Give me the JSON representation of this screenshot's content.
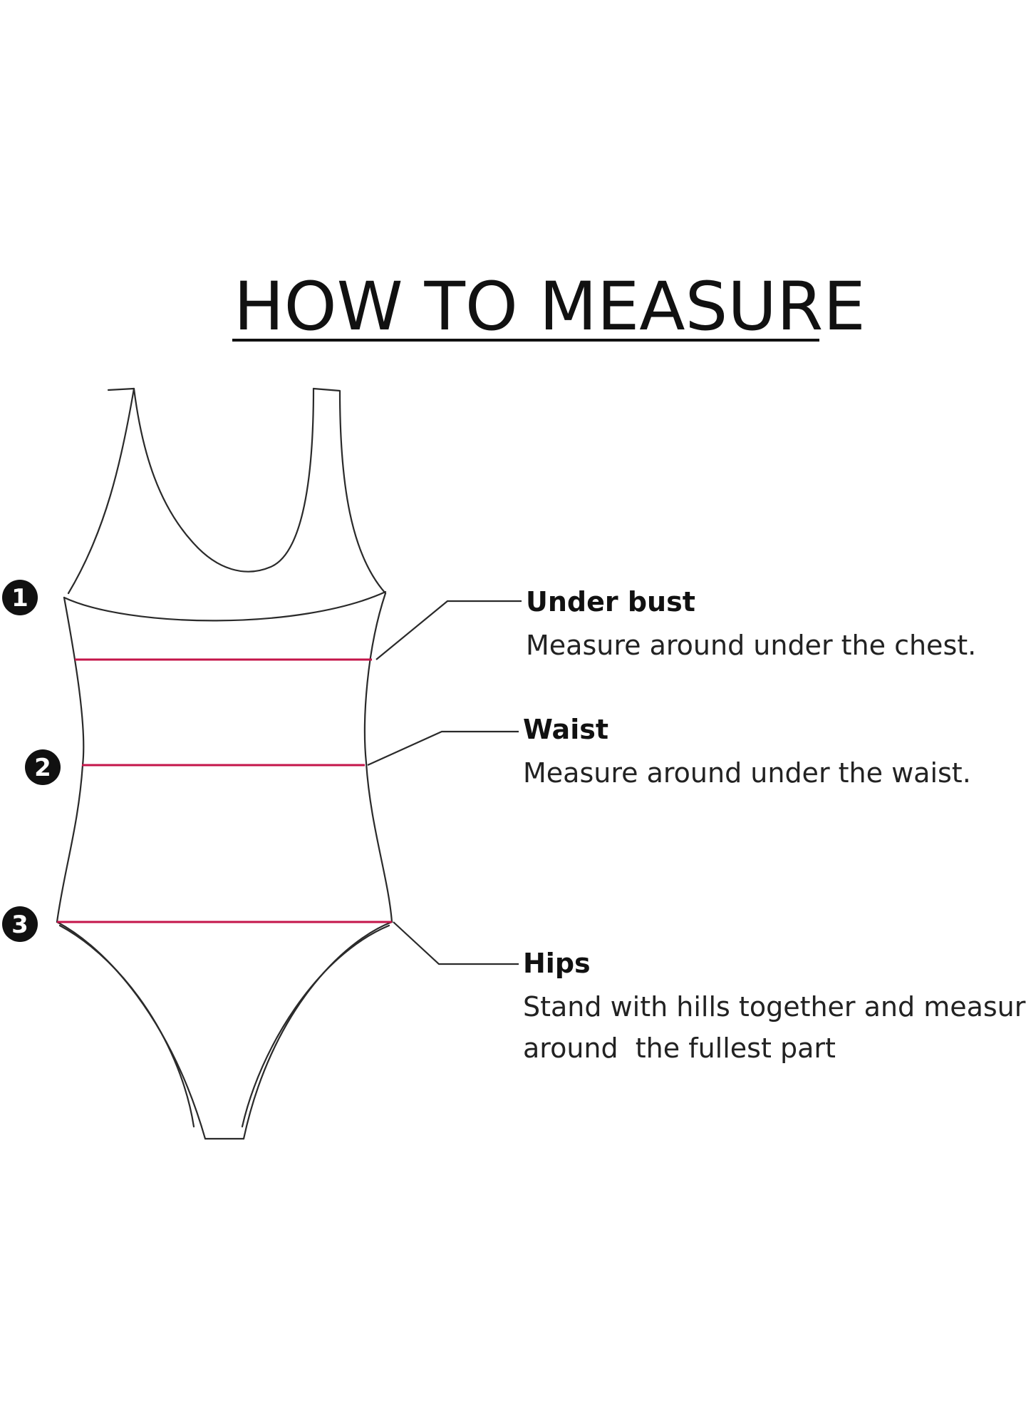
{
  "title": "HOW TO MEASURE",
  "colors": {
    "measure_line": "#c4154a",
    "outline": "#2a2a2a",
    "badge": "#111111"
  },
  "measurements": [
    {
      "number": "1",
      "label": "Under bust",
      "description_lines": [
        "Measure around under the chest."
      ]
    },
    {
      "number": "2",
      "label": "Waist",
      "description_lines": [
        "Measure around under the waist."
      ]
    },
    {
      "number": "3",
      "label": "Hips",
      "description_lines": [
        "Stand with hills together and measure",
        "around  the fullest part"
      ]
    }
  ]
}
